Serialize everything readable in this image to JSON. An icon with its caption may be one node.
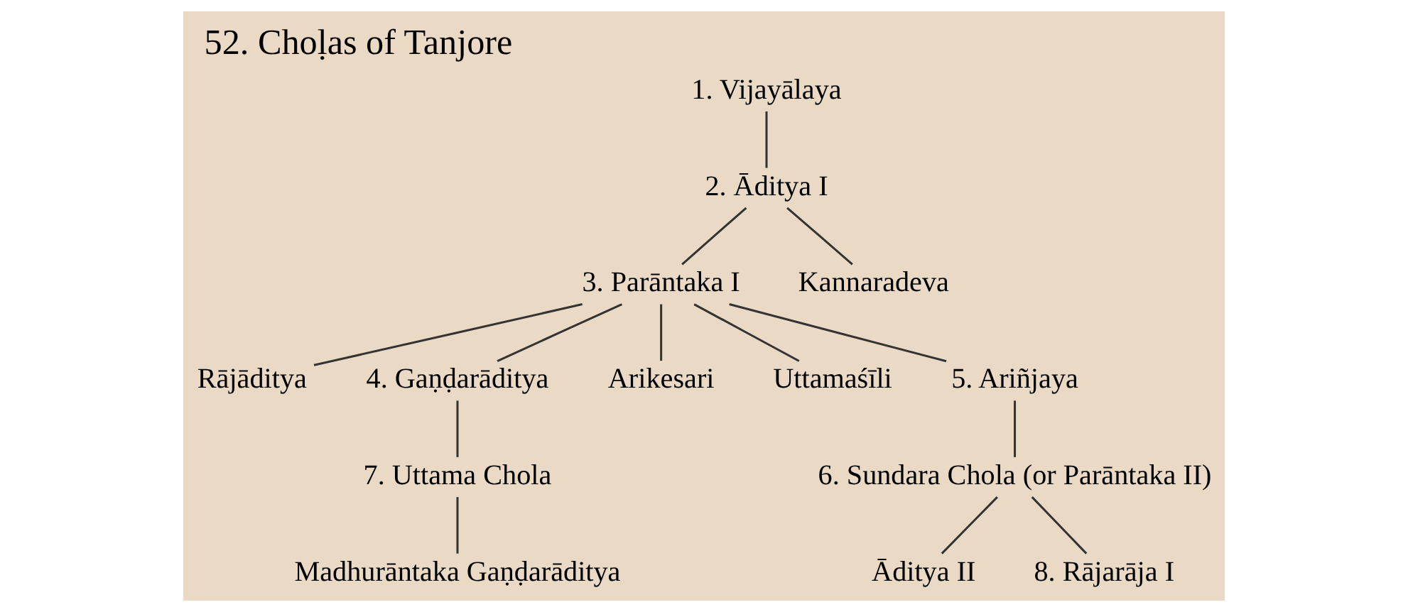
{
  "diagram": {
    "title": "52. Choḷas of Tanjore",
    "nodes": [
      {
        "text": [
          "1. Vijayālaya"
        ]
      },
      {
        "text": [
          "2. Āditya I"
        ]
      },
      {
        "text": [
          "3. Parāntaka I"
        ]
      },
      {
        "text": [
          "Kannaradeva"
        ]
      },
      {
        "text": [
          "Rājāditya"
        ]
      },
      {
        "text": [
          "4. Gaṇḍarāditya"
        ]
      },
      {
        "text": [
          "Arikesari"
        ]
      },
      {
        "text": [
          "Uttamaśīli"
        ]
      },
      {
        "text": [
          "5. Ariñjaya"
        ]
      },
      {
        "text": [
          "7. Uttama Chola"
        ]
      },
      {
        "text": [
          "Madhurāntaka Gaṇḍarāditya"
        ]
      },
      {
        "text": [
          "6. Sundara Chola (or Parāntaka II)"
        ]
      },
      {
        "text": [
          "Āditya II"
        ]
      },
      {
        "text": [
          "8. Rājarāja I"
        ]
      }
    ],
    "edges": [
      {
        "from": 0,
        "to": 1,
        "arrow": "none"
      },
      {
        "from": 1,
        "to": 2,
        "arrow": "none"
      },
      {
        "from": 1,
        "to": 3,
        "arrow": "none"
      },
      {
        "from": 2,
        "to": 4,
        "arrow": "none"
      },
      {
        "from": 2,
        "to": 5,
        "arrow": "none"
      },
      {
        "from": 2,
        "to": 6,
        "arrow": "none"
      },
      {
        "from": 2,
        "to": 7,
        "arrow": "none"
      },
      {
        "from": 2,
        "to": 8,
        "arrow": "none"
      },
      {
        "from": 5,
        "to": 9,
        "arrow": "none"
      },
      {
        "from": 9,
        "to": 10,
        "arrow": "none"
      },
      {
        "from": 8,
        "to": 11,
        "arrow": "none"
      },
      {
        "from": 11,
        "to": 12,
        "arrow": "none"
      },
      {
        "from": 11,
        "to": 13,
        "arrow": "none"
      }
    ]
  }
}
